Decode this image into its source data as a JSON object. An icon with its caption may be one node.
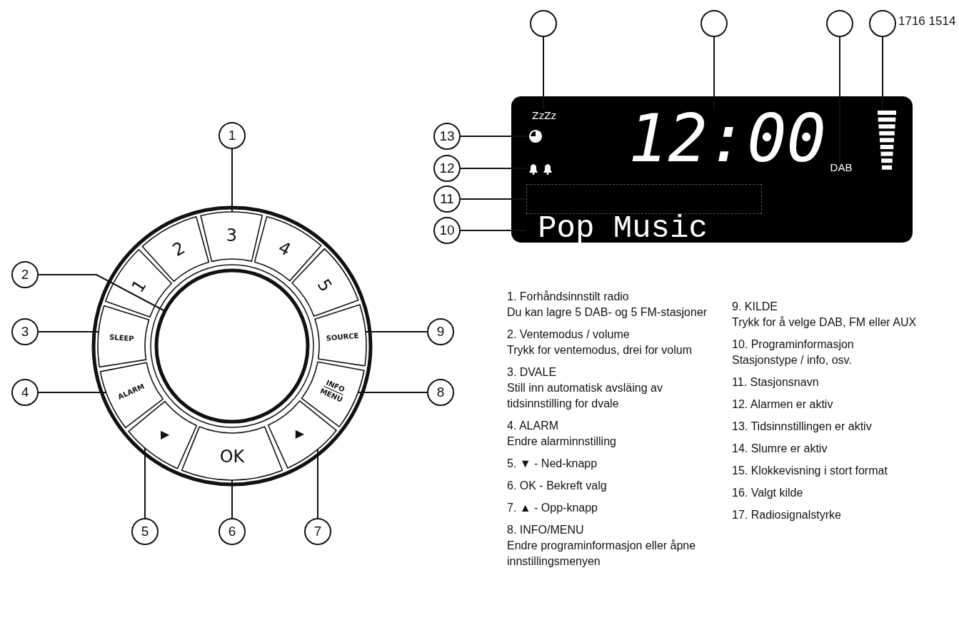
{
  "diagram": {
    "nodes": [
      {
        "text": [],
        "shape": "circle"
      },
      {
        "text": [],
        "shape": "circle"
      },
      {
        "text": [],
        "shape": "circle"
      },
      {
        "text": [],
        "shape": "circle",
        "beside": [
          "1716 1514"
        ]
      },
      {
        "text": [],
        "shape": "box"
      },
      {
        "text": [
          "ZzZz"
        ],
        "in": 4
      },
      {
        "text": [],
        "shape": "circle",
        "in": 4
      },
      {
        "text": [],
        "shape": "bell",
        "in": 4
      },
      {
        "text": [
          "12:00"
        ],
        "in": 4
      },
      {
        "text": [
          "DAB"
        ],
        "in": 4
      },
      {
        "text": [],
        "shape": "bar",
        "in": 4
      },
      {
        "text": [],
        "shape": "box",
        "in": 4
      },
      {
        "text": [
          "Pop Music"
        ],
        "in": 4
      },
      {
        "text": [
          "13"
        ]
      },
      {
        "text": [
          "12"
        ]
      },
      {
        "text": [
          "11"
        ]
      },
      {
        "text": [
          "10"
        ]
      },
      {
        "text": [
          "1"
        ]
      },
      {
        "text": [],
        "shape": "circle"
      },
      {
        "text": [
          "1"
        ],
        "in": 18
      },
      {
        "text": [
          "2"
        ],
        "in": 18
      },
      {
        "text": [
          "3"
        ],
        "in": 18
      },
      {
        "text": [
          "4"
        ],
        "in": 18
      },
      {
        "text": [
          "5"
        ],
        "in": 18
      },
      {
        "text": [
          "2"
        ]
      },
      {
        "text": [
          "SLEEP"
        ],
        "in": 18
      },
      {
        "text": [
          "SOURCE"
        ],
        "in": 18
      },
      {
        "text": [
          "3"
        ]
      },
      {
        "text": [
          "9"
        ]
      },
      {
        "text": [
          "4"
        ]
      },
      {
        "text": [
          "ALARM"
        ],
        "in": 18
      },
      {
        "text": [
          "INFO",
          "MENU"
        ],
        "in": 18
      },
      {
        "text": [
          "8"
        ]
      },
      {
        "text": [
          "▶"
        ],
        "in": 18
      },
      {
        "text": [
          "OK"
        ],
        "in": 18
      },
      {
        "text": [
          "▶"
        ],
        "in": 18
      },
      {
        "text": [],
        "shape": "circle",
        "in": 18
      },
      {
        "text": [
          "5"
        ]
      },
      {
        "text": [
          "6"
        ]
      },
      {
        "text": [
          "7"
        ]
      }
    ],
    "edges": [
      {
        "from": 0,
        "to": 5,
        "arrow": "none"
      },
      {
        "from": 1,
        "to": 8,
        "arrow": "none"
      },
      {
        "from": 2,
        "to": 9,
        "arrow": "none"
      },
      {
        "from": 3,
        "to": 10,
        "arrow": "none"
      },
      {
        "from": 13,
        "to": 6,
        "arrow": "none"
      },
      {
        "from": 14,
        "to": 7,
        "arrow": "none"
      },
      {
        "from": 15,
        "to": 11,
        "arrow": "none"
      },
      {
        "from": 16,
        "to": 12,
        "arrow": "none"
      },
      {
        "from": 17,
        "to": 21,
        "arrow": "none"
      },
      {
        "from": 24,
        "to": 36,
        "arrow": "none"
      },
      {
        "from": 27,
        "to": 25,
        "arrow": "none"
      },
      {
        "from": 28,
        "to": 26,
        "arrow": "none"
      },
      {
        "from": 29,
        "to": 30,
        "arrow": "none"
      },
      {
        "from": 32,
        "to": 31,
        "arrow": "none"
      },
      {
        "from": 37,
        "to": 33,
        "arrow": "none"
      },
      {
        "from": 38,
        "to": 34,
        "arrow": "none"
      },
      {
        "from": 39,
        "to": 35,
        "arrow": "none"
      }
    ],
    "labels": [
      "1. Forhåndsinnstilt radio",
      "Du kan lagre 5 DAB- og 5 FM-stasjoner",
      "2. Ventemodus / volume",
      "Trykk for ventemodus, drei for volum",
      "3. DVALE",
      "Still inn automatisk avsläing av tidsinnstilling for dvale",
      "4. ALARM",
      "Endre alarminnstilling",
      "5. ▼ - Ned-knapp",
      "6. OK - Bekreft valg",
      "7. ▲ - Opp-knapp",
      "8. INFO/MENU",
      "Endre programinformasjon eller åpne innstillingsmenyen",
      "9. KILDE",
      "Trykk for å velge DAB, FM eller AUX",
      "10. Programinformasjon",
      "Stasjonstype / info, osv.",
      "11. Stasjonsnavn",
      "12. Alarmen er aktiv",
      "13. Tidsinnstillingen er aktiv",
      "14. Slumre er aktiv",
      "15. Klokkevisning i stort format",
      "16. Valgt kilde",
      "17. Radiosignalstyrke"
    ]
  }
}
